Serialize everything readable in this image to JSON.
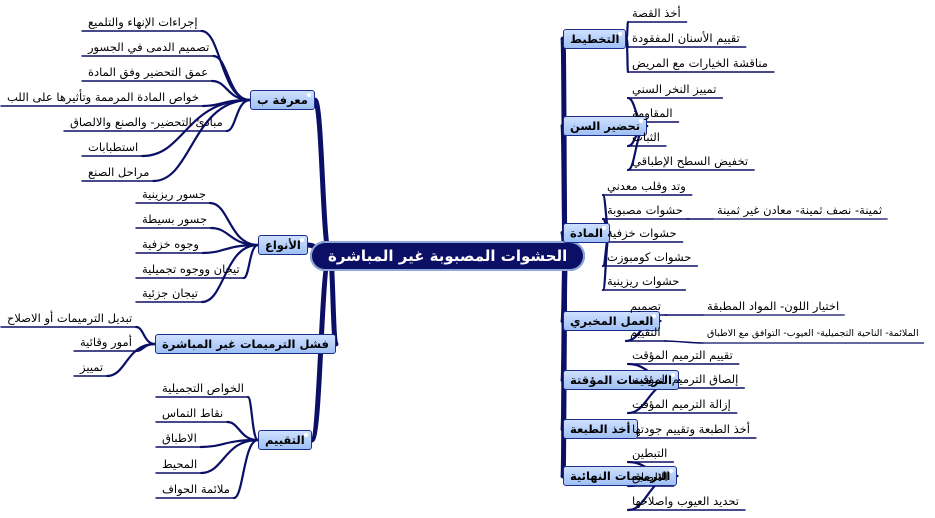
{
  "center": {
    "label": "الحشوات المصبوبة غير المباشرة"
  },
  "branches": [
    {
      "key": "planning",
      "label": "التخطيط",
      "side": "right",
      "pin": true,
      "children": [
        {
          "label": "أخذ القصة"
        },
        {
          "label": "تقييم الأسنان المفقودة"
        },
        {
          "label": "مناقشة الخيارات مع المريض"
        }
      ]
    },
    {
      "key": "prep",
      "label": "تحضير السن",
      "side": "right",
      "pin": true,
      "children": [
        {
          "label": "تمييز النخر السني"
        },
        {
          "label": "المقاومة"
        },
        {
          "label": "الثبات"
        },
        {
          "label": "تخفيض السطح الإطباقي"
        }
      ]
    },
    {
      "key": "material",
      "label": "المادة",
      "side": "right",
      "pin": true,
      "children": [
        {
          "label": "وتد وقلب معدني"
        },
        {
          "label": "حشوات مصبوبة",
          "sub": "ثمينة- نصف ثمينة- معادن غير ثمينة"
        },
        {
          "label": "حشوات خزفية"
        },
        {
          "label": "حشوات كومبوزت"
        },
        {
          "label": "حشوات ريزينية"
        }
      ]
    },
    {
      "key": "lab",
      "label": "العمل المخبري",
      "side": "right",
      "pin": true,
      "children": [
        {
          "label": "تصميم",
          "sub": "اختيار اللون- المواد المطبقة"
        },
        {
          "label": "التقييم",
          "sub": "الملائمة- الناحية التجميلية- العيوب- التوافق مع الاطباق"
        }
      ]
    },
    {
      "key": "temp",
      "label": "الترميمات المؤقتة",
      "side": "right",
      "pin": true,
      "children": [
        {
          "label": "تقييم الترميم المؤقت"
        },
        {
          "label": "إلصاق الترميم المؤقت"
        },
        {
          "label": "إزالة الترميم المؤقت"
        }
      ]
    },
    {
      "key": "impression",
      "label": "أخذ الطبعة",
      "side": "right",
      "pin": false,
      "children": [
        {
          "label": "أخذ الطبعة وتقييم جودتها"
        }
      ]
    },
    {
      "key": "final",
      "label": "الترميمات النهائية",
      "side": "right",
      "pin": true,
      "children": [
        {
          "label": "التبطين"
        },
        {
          "label": "الالصاق"
        },
        {
          "label": "تحديد العيوب واصلاحها"
        }
      ]
    },
    {
      "key": "knowledge",
      "label": "معرفة ب",
      "side": "left",
      "pin": true,
      "children": [
        {
          "label": "إجراءات الإنهاء والتلميع"
        },
        {
          "label": "تصميم الدمى في الجسور"
        },
        {
          "label": "عمق التحضير وفق المادة"
        },
        {
          "label": "خواص المادة المرممة وتأثيرها على اللب"
        },
        {
          "label": "مبادئ التحضير- والصنع والالصاق"
        },
        {
          "label": "استطبابات"
        },
        {
          "label": "مراحل الصنع"
        }
      ]
    },
    {
      "key": "types",
      "label": "الأنواع",
      "side": "left",
      "pin": true,
      "children": [
        {
          "label": "جسور ريزينية"
        },
        {
          "label": "جسور بسيطة"
        },
        {
          "label": "وجوه خزفية"
        },
        {
          "label": "تيجان ووجوه تجميلية"
        },
        {
          "label": "تيجان جزئية"
        }
      ]
    },
    {
      "key": "failure",
      "label": "فشل الترميمات غير المباشرة",
      "side": "left",
      "pin": false,
      "children": [
        {
          "label": "تبديل الترميمات أو الاصلاح"
        },
        {
          "label": "أمور وقائية"
        },
        {
          "label": "تمييز"
        }
      ]
    },
    {
      "key": "evaluation",
      "label": "التقييم",
      "side": "left",
      "pin": true,
      "children": [
        {
          "label": "الخواص التجميلية"
        },
        {
          "label": "نقاط التماس"
        },
        {
          "label": "الاطباق"
        },
        {
          "label": "المحيط"
        },
        {
          "label": "ملائمة الحواف"
        }
      ]
    }
  ],
  "colors": {
    "line": "#0b0f66",
    "center_fill": "#0b0f66",
    "center_text": "#ffffff",
    "main_fill_top": "#cfe0ff",
    "main_fill_bottom": "#9fc0f5",
    "main_border": "#1b2f8a"
  }
}
